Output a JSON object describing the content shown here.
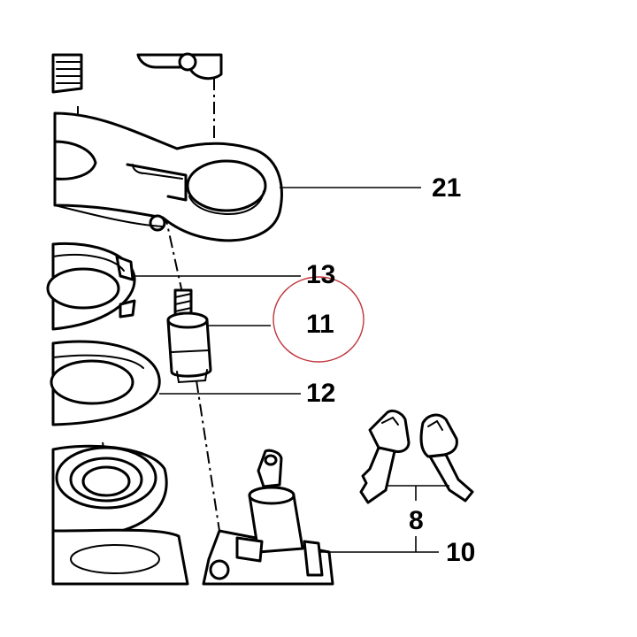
{
  "diagram": {
    "callouts": [
      {
        "id": "21",
        "label": "21"
      },
      {
        "id": "13",
        "label": "13"
      },
      {
        "id": "11",
        "label": "11"
      },
      {
        "id": "12",
        "label": "12"
      },
      {
        "id": "8",
        "label": "8"
      },
      {
        "id": "10",
        "label": "10"
      }
    ],
    "highlight": {
      "target": "11",
      "color": "#c0353d"
    }
  }
}
